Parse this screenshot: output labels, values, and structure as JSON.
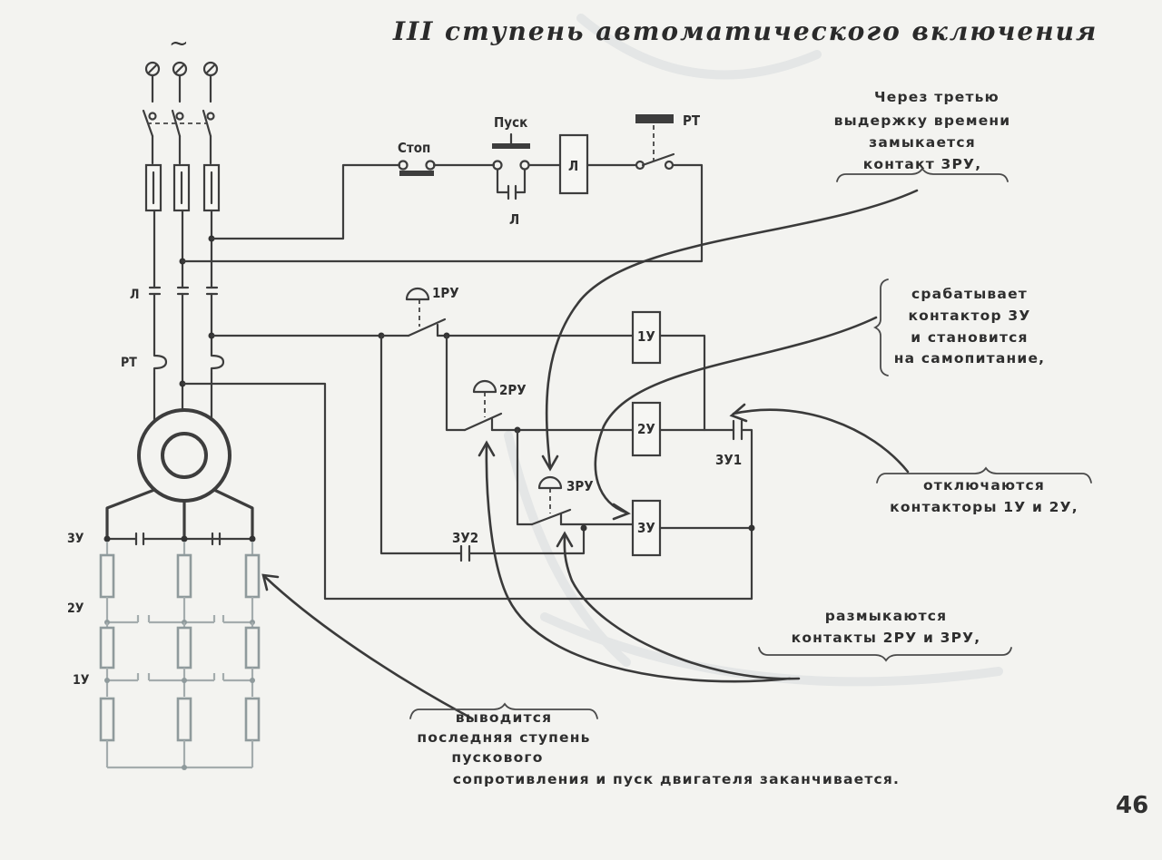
{
  "title": "III ступень автоматического включения",
  "page_number": "46",
  "symbols": {
    "ac": "~"
  },
  "labels": {
    "stop": "Стоп",
    "start": "Пуск",
    "relay_coil": "Л",
    "self_hold": "Л",
    "thermal_top": "РТ",
    "line_contact": "Л",
    "thermal_side": "РТ",
    "r1": "1РУ",
    "r2": "2РУ",
    "r3": "3РУ",
    "k1": "1У",
    "k2": "2У",
    "k3": "3У",
    "k3_c1": "3У1",
    "k3_c2": "3У2",
    "side_3u": "3У",
    "side_2u": "2У",
    "side_1u": "1У"
  },
  "notes": {
    "n1": [
      "Через третью",
      "выдержку времени",
      "замыкается",
      "контакт 3РУ,"
    ],
    "n2": [
      "срабатывает",
      "контактор 3У",
      "и становится",
      "на самопитание,"
    ],
    "n3": [
      "отключаются",
      "контакторы 1У и 2У,"
    ],
    "n4": [
      "размыкаются",
      "контакты 2РУ и 3РУ,"
    ],
    "n5": [
      "выводится",
      "последняя ступень",
      "пускового",
      "сопротивления и пуск двигателя заканчивается."
    ]
  }
}
